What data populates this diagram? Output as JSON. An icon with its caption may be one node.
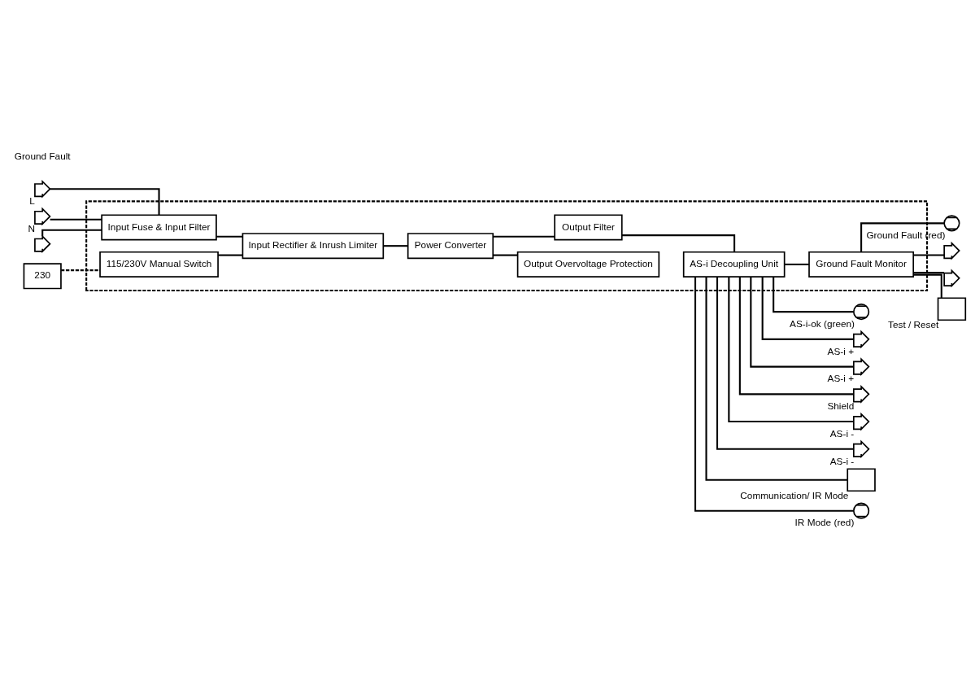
{
  "diagram": {
    "nodes": [
      {
        "text": [],
        "shape": "box"
      },
      {
        "text": [],
        "shape": "socket",
        "beside": [
          "L"
        ]
      },
      {
        "text": [],
        "shape": "socket",
        "beside": [
          "N"
        ]
      },
      {
        "text": [],
        "shape": "socket"
      },
      {
        "text": [
          "230"
        ]
      },
      {
        "text": [
          "Input Fuse & Input Filter"
        ],
        "in": 0
      },
      {
        "text": [
          "115/230V Manual Switch"
        ],
        "in": 0
      },
      {
        "text": [
          "Input Rectifier & Inrush Limiter"
        ],
        "in": 0
      },
      {
        "text": [
          "Power Converter"
        ],
        "in": 0
      },
      {
        "text": [
          "Output Overvoltage Protection"
        ],
        "in": 0
      },
      {
        "text": [
          "Output Filter"
        ],
        "in": 0
      },
      {
        "text": [
          "AS-i Decoupling Unit"
        ],
        "in": 0
      },
      {
        "text": [
          "Ground Fault Monitor"
        ],
        "in": 0
      },
      {
        "text": [],
        "shape": "lamp",
        "beside": [
          "AS-i-ok (green)"
        ]
      },
      {
        "text": [],
        "shape": "socket",
        "beside": [
          "AS-i +"
        ]
      },
      {
        "text": [],
        "shape": "socket",
        "beside": [
          "AS-i +"
        ]
      },
      {
        "text": [],
        "shape": "socket",
        "beside": [
          "Shield"
        ]
      },
      {
        "text": [],
        "shape": "socket",
        "beside": [
          "AS-i -"
        ]
      },
      {
        "text": [],
        "shape": "socket",
        "beside": [
          "AS-i -"
        ]
      },
      {
        "text": [],
        "shape": "box",
        "beside": [
          "Communication/ IR Mode"
        ]
      },
      {
        "text": [],
        "shape": "lamp",
        "beside": [
          "IR Mode (red)"
        ]
      },
      {
        "text": [],
        "shape": "lamp",
        "beside": [
          "Ground Fault (red)"
        ]
      },
      {
        "text": [],
        "shape": "socket"
      },
      {
        "text": [],
        "shape": "socket"
      },
      {
        "text": [],
        "shape": "box",
        "beside": [
          "Test / Reset"
        ]
      }
    ],
    "edges": [
      {
        "from": 1,
        "to": 5,
        "arrow": "none"
      },
      {
        "from": 2,
        "to": 5,
        "arrow": "none"
      },
      {
        "from": 3,
        "to": 5,
        "arrow": "none"
      },
      {
        "from": 4,
        "to": 6,
        "arrow": "none",
        "style": "dashed"
      },
      {
        "from": 5,
        "to": 7,
        "arrow": "none"
      },
      {
        "from": 6,
        "to": 7,
        "arrow": "none"
      },
      {
        "from": 7,
        "to": 8,
        "arrow": "none"
      },
      {
        "from": 8,
        "to": 9,
        "arrow": "none"
      },
      {
        "from": 8,
        "to": 10,
        "arrow": "none"
      },
      {
        "from": 10,
        "to": 11,
        "arrow": "none"
      },
      {
        "from": 11,
        "to": 13,
        "arrow": "none"
      },
      {
        "from": 11,
        "to": 14,
        "arrow": "none"
      },
      {
        "from": 11,
        "to": 15,
        "arrow": "none"
      },
      {
        "from": 11,
        "to": 16,
        "arrow": "none"
      },
      {
        "from": 11,
        "to": 17,
        "arrow": "none"
      },
      {
        "from": 11,
        "to": 18,
        "arrow": "none"
      },
      {
        "from": 11,
        "to": 19,
        "arrow": "none"
      },
      {
        "from": 11,
        "to": 20,
        "arrow": "none"
      },
      {
        "from": 11,
        "to": 12,
        "arrow": "none"
      },
      {
        "from": 12,
        "to": 21,
        "arrow": "none"
      },
      {
        "from": 12,
        "to": 22,
        "arrow": "none"
      },
      {
        "from": 12,
        "to": 23,
        "arrow": "none"
      },
      {
        "from": 12,
        "to": 24,
        "arrow": "none"
      }
    ],
    "labels": [
      "Ground Fault"
    ]
  }
}
